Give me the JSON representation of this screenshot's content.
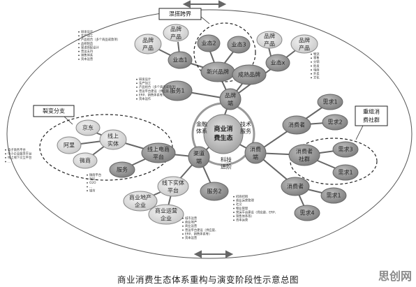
{
  "caption": "商业消费生态体系重构与演变阶段性示意总图",
  "watermark": "思创网",
  "center": {
    "line1": "商业消",
    "line2": "费生态"
  },
  "ring_labels": {
    "finance": [
      "金融",
      "体系"
    ],
    "tech_service": [
      "技术",
      "服务"
    ],
    "tech_enter": [
      "科技",
      "进阶"
    ]
  },
  "hubs": {
    "brand": [
      "品牌",
      "端"
    ],
    "channel": [
      "渠道",
      "端"
    ],
    "consumer": [
      "消费",
      "端"
    ]
  },
  "nodes": {
    "new_brand": "新兴品牌",
    "business2": "业态2",
    "business3": "业态3",
    "business1": "业态1",
    "businessx": "业态x",
    "brand_product_a": [
      "品牌",
      "产品"
    ],
    "brand_product_b": [
      "品牌",
      "产品"
    ],
    "brand_product_c": [
      "品牌",
      "产品"
    ],
    "brand_product_d": [
      "品牌",
      "产品"
    ],
    "brand_product_e": [
      "品牌",
      "产品"
    ],
    "mature_brand": "成熟品牌",
    "service1": "服务1",
    "jd": "京东",
    "ali": "阿里",
    "wei": "微商",
    "online_entity": [
      "线上",
      "实体"
    ],
    "online_ecom": [
      "线上电商",
      "平台"
    ],
    "service_c": "服务",
    "offline_entity": [
      "线下实体",
      "平台"
    ],
    "service2": "服务2",
    "real_estate": [
      "商业地产",
      "企业"
    ],
    "retail": [
      "商业运营",
      "企业"
    ],
    "consumer_a": "消费者",
    "consumer_group": [
      "消费者",
      "社群"
    ],
    "consumer_b": "消费者",
    "demand1_a": "需求1",
    "demand2_a": "需求2",
    "demand3_b": "需求3",
    "demand1_b": "需求1",
    "demand1_c": "需求1",
    "demand4_c": "需求4"
  },
  "callouts": {
    "crossover": "混搭跨界",
    "fission": "裂变分支",
    "community": [
      "重组消",
      "费社群"
    ]
  },
  "notes": {
    "top_left": [
      "研发设计",
      "生产加工",
      "产品组合（多个商品或款项）",
      "品相制造",
      "渠道搭配设计",
      "营运支持",
      "销售体系",
      "资本运营"
    ],
    "top_right": [
      "物流",
      "零售",
      "分销",
      "批发",
      "电商",
      "外卖",
      "文化"
    ],
    "brand_mid": [
      "研发设计",
      "生产加工",
      "产品组合（多个商品或款项）",
      "营运平台建设（供应链、",
      "ERP、销售体系等）",
      "资本运作"
    ],
    "left": [
      "电子商务平台",
      "中小企业服务平台",
      "线上线下交互平台",
      "..."
    ],
    "channel_mid": [
      "微商平台",
      "社区",
      "O2O",
      "...",
      "城市"
    ],
    "bottom_mid": [
      "城市运营",
      "商业地产",
      "商业运营",
      "营运平台建设（供应链、",
      "ERP、销售体系等）",
      "资本运营"
    ],
    "bottom_right": [
      "招商招租",
      "商业运营管理",
      "社交",
      "物业管理",
      "营运平台建设（供应链、ERP、",
      "销售体系等）",
      "资本运营"
    ]
  }
}
